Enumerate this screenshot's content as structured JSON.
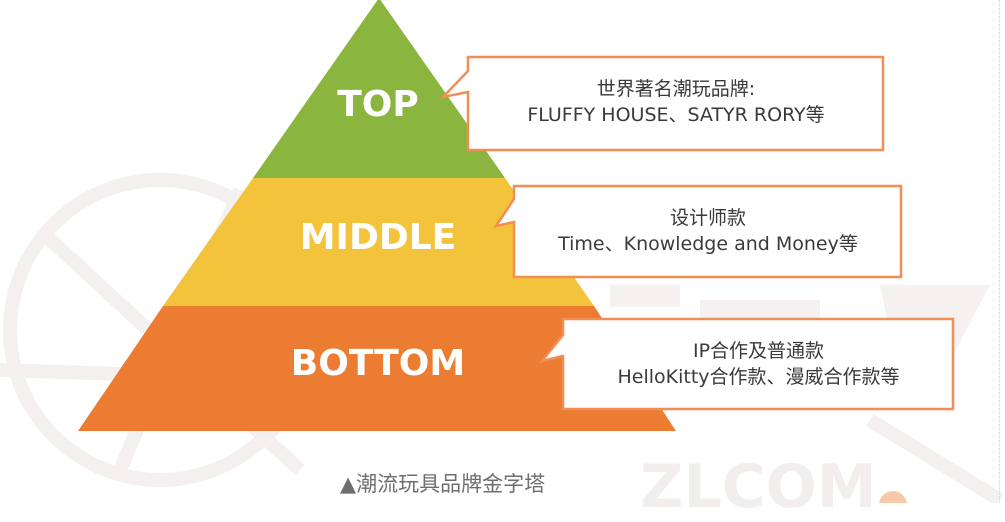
{
  "diagram": {
    "type": "pyramid",
    "caption": "▲潮流玩具品牌金字塔",
    "colors": {
      "top": "#8ab53f",
      "middle": "#f3c33c",
      "bottom": "#ec7c31",
      "callout_border": "#f08e55",
      "callout_text": "#3a3a3a",
      "caption_text": "#6e6e6e"
    },
    "tiers": [
      {
        "label": "TOP",
        "callout": {
          "line1": "世界著名潮玩品牌:",
          "line2": "FLUFFY HOUSE、SATYR RORY等"
        }
      },
      {
        "label": "MIDDLE",
        "callout": {
          "line1": "设计师款",
          "line2": "Time、Knowledge and Money等"
        }
      },
      {
        "label": "BOTTOM",
        "callout": {
          "line1": "IP合作及普通款",
          "line2": "HelloKitty合作款、漫威合作款等"
        }
      }
    ],
    "watermark": "ZLCOM"
  }
}
